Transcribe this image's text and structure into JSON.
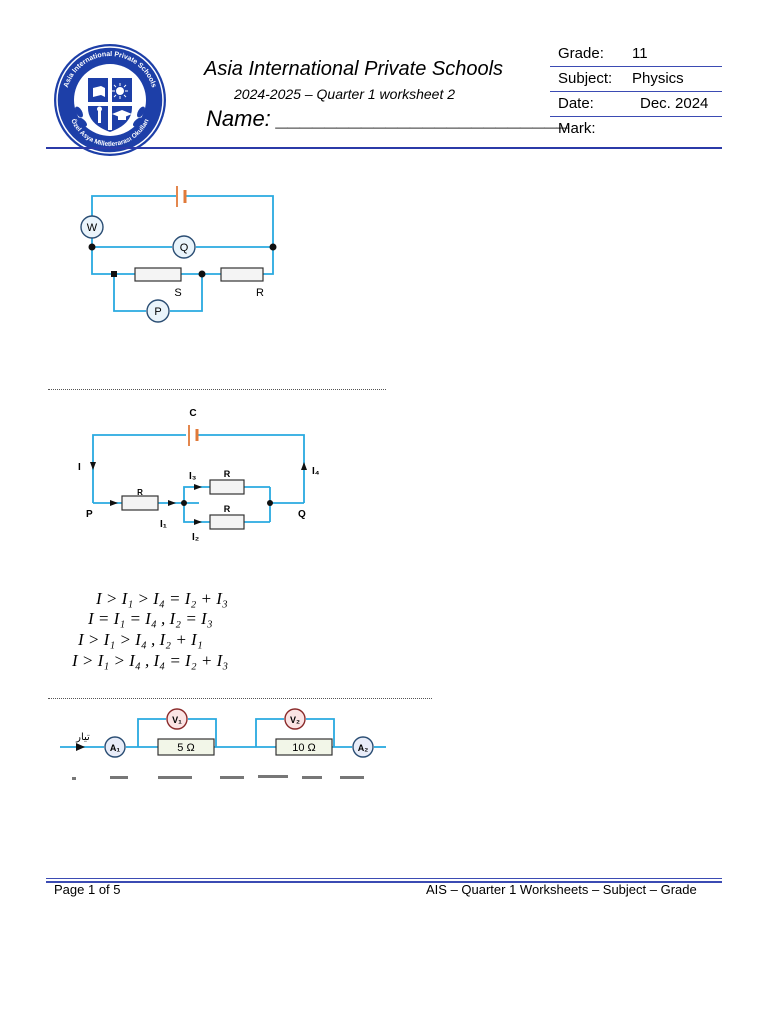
{
  "header": {
    "school_name": "Asia International Private Schools",
    "worksheet": "2024-2025 – Quarter 1 worksheet 2",
    "name_label": "Name: ________________________",
    "logo": {
      "ring_text": "Asia International Private Schools",
      "ring_text_bottom": "Özel Asya Milletlerarası Okulları"
    }
  },
  "info": {
    "grade_label": "Grade:",
    "grade_value": "11",
    "subject_label": "Subject:",
    "subject_value": "Physics",
    "date_label": "Date:",
    "date_value": "Dec. 2024",
    "mark_label": "Mark:"
  },
  "circuit1": {
    "meter_w": "W",
    "meter_q": "Q",
    "meter_p": "P",
    "resistor_s": "S",
    "resistor_r": "R"
  },
  "circuit2": {
    "label_c": "C",
    "label_i": "I",
    "label_i4": "I₄",
    "label_i3": "I₃",
    "label_i1": "I₁",
    "label_i2": "I₂",
    "label_p": "P",
    "label_q": "Q",
    "resistor_r1": "R",
    "resistor_r2": "R",
    "resistor_r3": "R"
  },
  "choices": [
    "I > I₁ > I₄ = I₂ + I₃",
    "I = I₁ = I₄ , I₂ = I₃",
    "I > I₁ > I₄ , I₂ + I₁",
    "I > I₁ > I₄ , I₄ = I₂ + I₃"
  ],
  "circuit3": {
    "current_label": "تيار",
    "ammeter_1": "A₁",
    "ammeter_2": "A₂",
    "voltmeter_1": "V₁",
    "voltmeter_2": "V₂",
    "resistor_1": "5 Ω",
    "resistor_2": "10 Ω"
  },
  "footer": {
    "page": "Page 1 of 5",
    "right": "AIS – Quarter 1 Worksheets – Subject – Grade"
  },
  "colors": {
    "accent": "#2b3aa8",
    "wire": "#29a9e0",
    "battery": "#e07a3a"
  }
}
